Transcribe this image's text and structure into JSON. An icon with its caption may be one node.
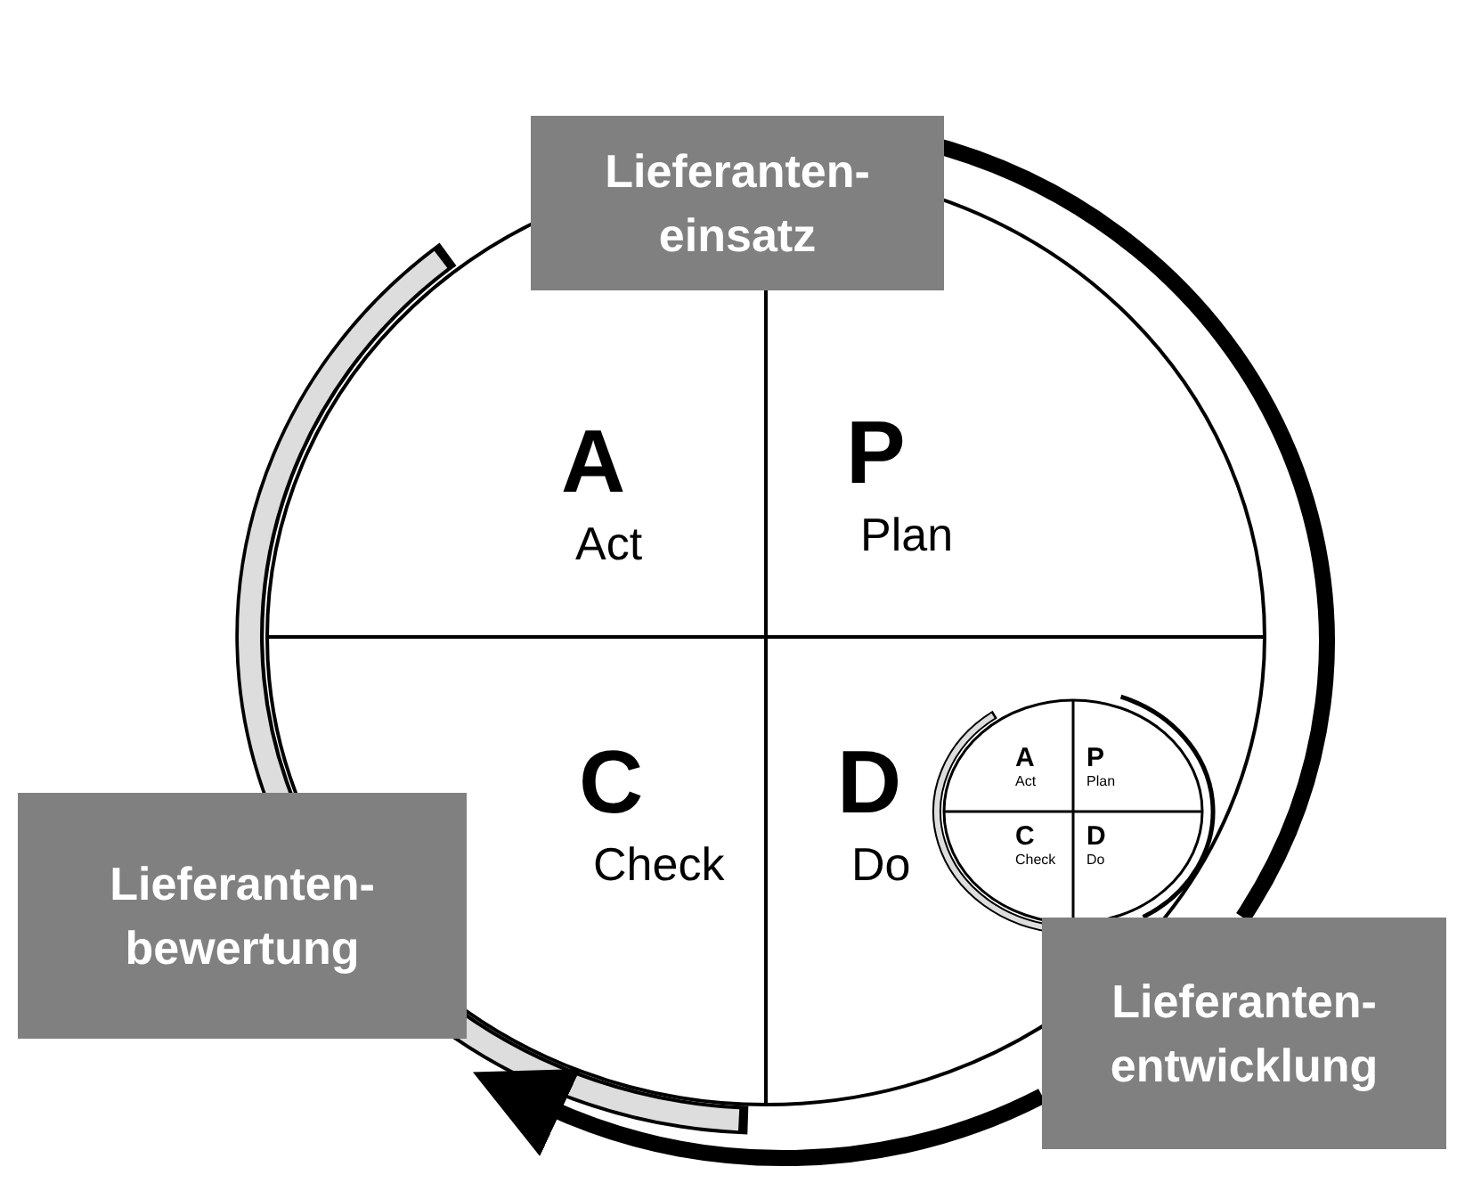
{
  "diagram": {
    "nodes": [
      {
        "text": [
          "Lieferanten-einsatz"
        ]
      },
      {
        "text": [],
        "shape": "circle"
      },
      {
        "text": [
          "A",
          "Act"
        ],
        "in": 1
      },
      {
        "text": [
          "P",
          "Plan"
        ],
        "in": 1
      },
      {
        "text": [
          "C",
          "Check"
        ],
        "in": 1
      },
      {
        "text": [
          "D",
          "Do"
        ],
        "in": 1
      },
      {
        "text": [],
        "shape": "circle",
        "in": 1
      },
      {
        "text": [
          "A",
          "Act"
        ],
        "in": 6
      },
      {
        "text": [
          "P",
          "Plan"
        ],
        "in": 6
      },
      {
        "text": [
          "C",
          "Check"
        ],
        "in": 6
      },
      {
        "text": [
          "D",
          "Do"
        ],
        "in": 6
      },
      {
        "text": [
          "Lieferanten-bewertung"
        ]
      },
      {
        "text": [
          "Lieferanten-entwicklung"
        ]
      }
    ],
    "edges": [
      {
        "from": 0,
        "to": 12,
        "arrow": "none"
      },
      {
        "from": 12,
        "to": 11,
        "arrow": "to"
      }
    ]
  }
}
